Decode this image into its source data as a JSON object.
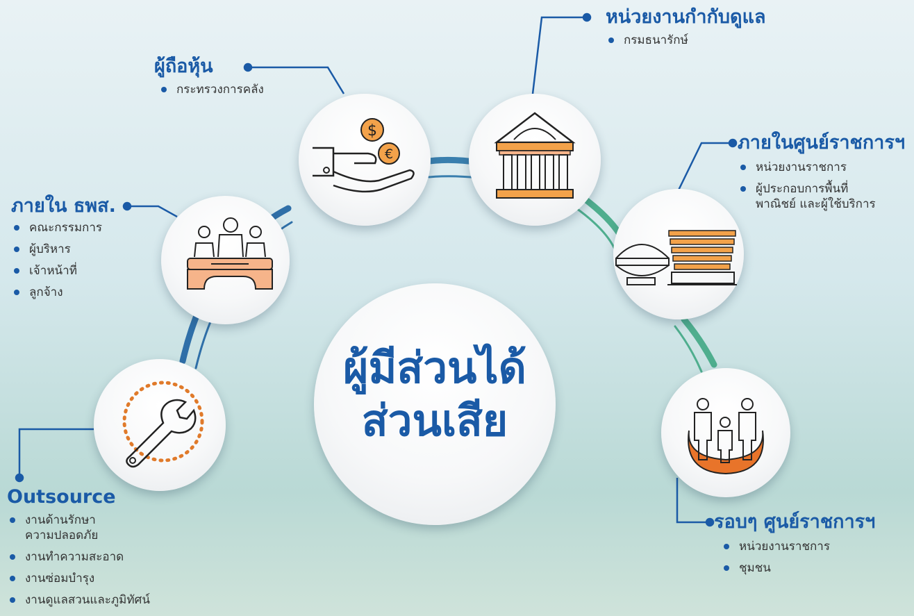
{
  "center": {
    "line1": "ผู้มีส่วนได้",
    "line2": "ส่วนเสีย"
  },
  "groups": {
    "shareholder": {
      "title": "ผู้ถือหุ้น",
      "items": [
        "กระทรวงการคลัง"
      ]
    },
    "regulator": {
      "title": "หน่วยงานกำกับดูแล",
      "items": [
        "กรมธนารักษ์"
      ]
    },
    "internal": {
      "title": "ภายใน ธพส.",
      "items": [
        "คณะกรรมการ",
        "ผู้บริหาร",
        "เจ้าหน้าที่",
        "ลูกจ้าง"
      ]
    },
    "inside_center": {
      "title": "ภายในศูนย์ราชการฯ",
      "items": [
        "หน่วยงานราชการ",
        "ผู้ประกอบการพื้นที่\nพาณิชย์ และผู้ใช้บริการ"
      ]
    },
    "outsource": {
      "title": "Outsource",
      "items": [
        "งานด้านรักษา\nความปลอดภัย",
        "งานทำความสะอาด",
        "งานซ่อมบำรุง",
        "งานดูแลสวนและภูมิทัศน์"
      ]
    },
    "around_center": {
      "title": "รอบๆ ศูนย์ราชการฯ",
      "items": [
        "หน่วยงานราชการ",
        "ชุมชน"
      ]
    }
  },
  "colors": {
    "primary": "#1a5aa6",
    "arc_blue": "#2f6fa8",
    "arc_teal": "#4fae8e",
    "icon_orange": "#f3a24a",
    "icon_peach": "#f6b48a"
  }
}
